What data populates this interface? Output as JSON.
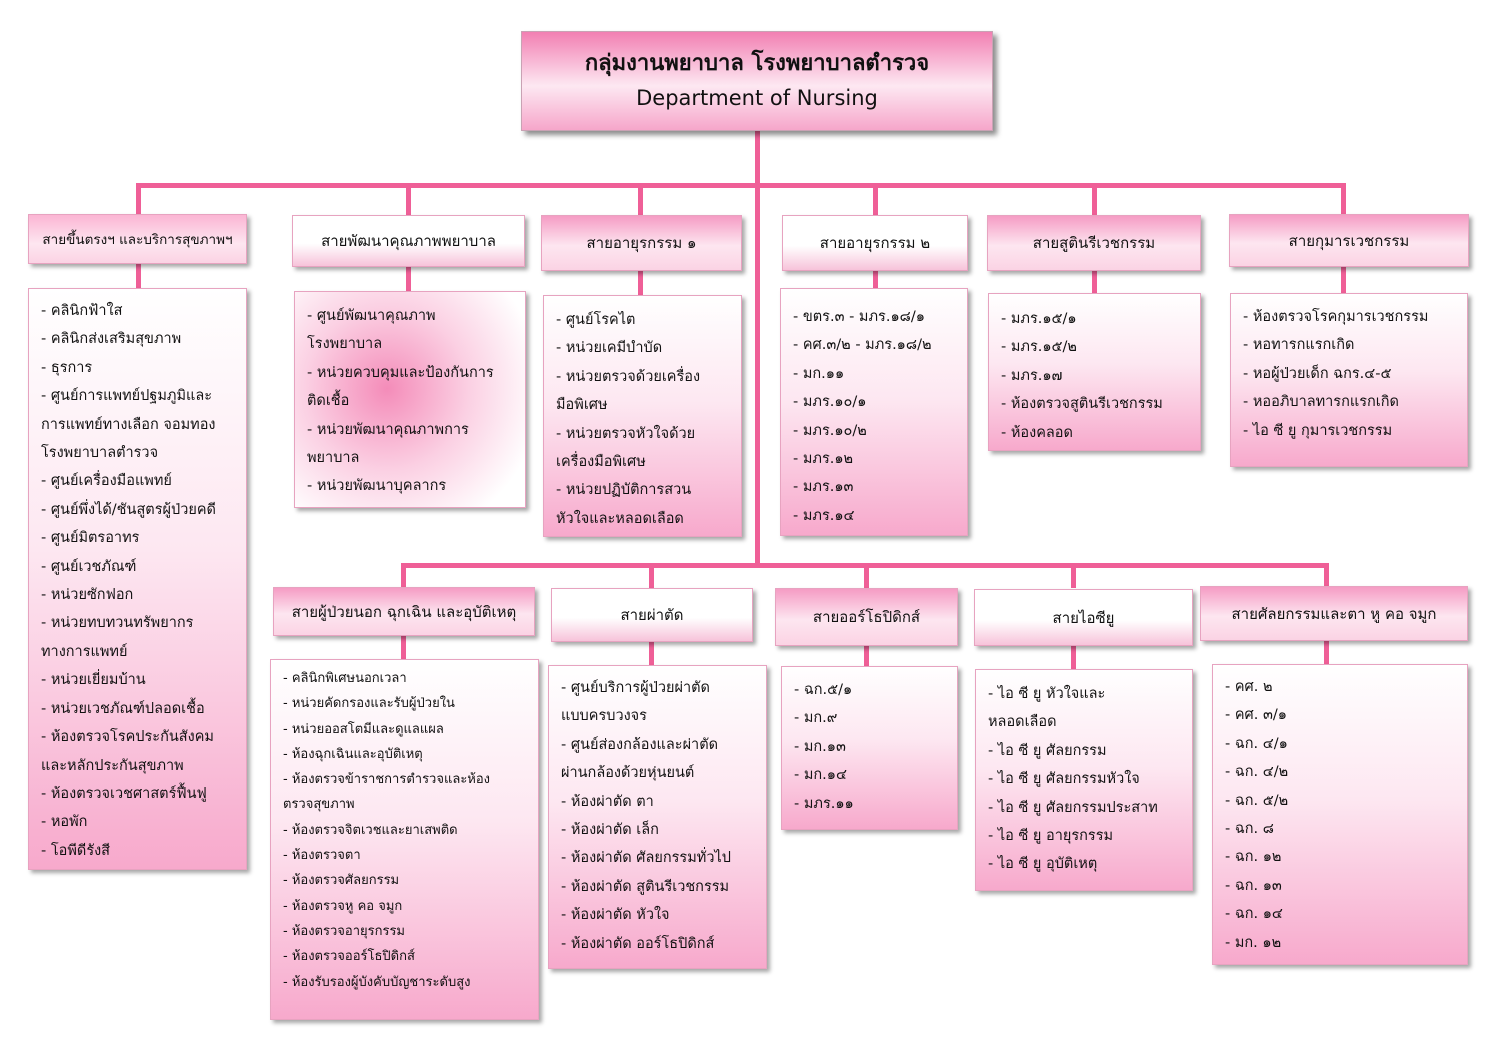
{
  "title": {
    "thai": "กลุ่มงานพยาบาล โรงพยาบาลตำรวจ",
    "english": "Department of Nursing"
  },
  "top_departments": [
    {
      "name": "สายขึ้นตรงฯ และบริการสุขภาพฯ",
      "items": [
        "- คลินิกฟ้าใส",
        "- คลินิกส่งเสริมสุขภาพ",
        "- ธุรการ",
        "- ศูนย์การแพทย์ปฐมภูมิและ",
        "การแพทย์ทางเลือก จอมทอง",
        "โรงพยาบาลตำรวจ",
        "- ศูนย์เครื่องมือแพทย์",
        "- ศูนย์พึ่งได้/ชันสูตรผู้ป่วยคดี",
        "- ศูนย์มิตรอาทร",
        "- ศูนย์เวชภัณฑ์",
        "- หน่วยซักฟอก",
        "- หน่วยทบทวนทรัพยากร",
        "ทางการแพทย์",
        "- หน่วยเยี่ยมบ้าน",
        "- หน่วยเวชภัณฑ์ปลอดเชื้อ",
        "- ห้องตรวจโรคประกันสังคม",
        "และหลักประกันสุขภาพ",
        "- ห้องตรวจเวชศาสตร์ฟื้นฟู",
        "- หอพัก",
        "- โอพีดีรังสี"
      ]
    },
    {
      "name": "สายพัฒนาคุณภาพพยาบาล",
      "items": [
        "- ศูนย์พัฒนาคุณภาพ",
        "โรงพยาบาล",
        "- หน่วยควบคุมและป้องกันการ",
        "ติดเชื้อ",
        "- หน่วยพัฒนาคุณภาพการ",
        "พยาบาล",
        "- หน่วยพัฒนาบุคลากร"
      ]
    },
    {
      "name": "สายอายุรกรรม ๑",
      "items": [
        "- ศูนย์โรคไต",
        "- หน่วยเคมีบำบัด",
        "- หน่วยตรวจด้วยเครื่อง",
        "มือพิเศษ",
        "- หน่วยตรวจหัวใจด้วย",
        "เครื่องมือพิเศษ",
        "- หน่วยปฏิบัติการสวน",
        "หัวใจและหลอดเลือด"
      ]
    },
    {
      "name": "สายอายุรกรรม ๒",
      "items": [
        "- ขตร.๓   - มภร.๑๘/๑",
        "- คศ.๓/๒ - มภร.๑๘/๒",
        "- มก.๑๑",
        "- มภร.๑๐/๑",
        "- มภร.๑๐/๒",
        "- มภร.๑๒",
        "- มภร.๑๓",
        "- มภร.๑๔"
      ]
    },
    {
      "name": "สายสูตินรีเวชกรรม",
      "items": [
        "- มภร.๑๕/๑",
        "- มภร.๑๕/๒",
        "- มภร.๑๗",
        "- ห้องตรวจสูตินรีเวชกรรม",
        "- ห้องคลอด"
      ]
    },
    {
      "name": "สายกุมารเวชกรรม",
      "items": [
        "- ห้องตรวจโรคกุมารเวชกรรม",
        "- หอทารกแรกเกิด",
        "- หอผู้ป่วยเด็ก ฉกร.๔-๕",
        "- หออภิบาลทารกแรกเกิด",
        "- ไอ ซี ยู กุมารเวชกรรม"
      ]
    }
  ],
  "bottom_departments": [
    {
      "name": "สายผู้ป่วยนอก ฉุกเฉิน และอุบัติเหตุ",
      "items": [
        "- คลินิกพิเศษนอกเวลา",
        "- หน่วยคัดกรองและรับผู้ป่วยใน",
        "- หน่วยออสโตมีและดูแลแผล",
        "- ห้องฉุกเฉินและอุบัติเหตุ",
        "- ห้องตรวจข้าราชการตำรวจและห้อง",
        "ตรวจสุขภาพ",
        "- ห้องตรวจจิตเวชและยาเสพติด",
        "- ห้องตรวจตา",
        "- ห้องตรวจศัลยกรรม",
        "- ห้องตรวจหู คอ จมูก",
        "- ห้องตรวจอายุรกรรม",
        "- ห้องตรวจออร์โธปิดิกส์",
        "- ห้องรับรองผู้บังคับบัญชาระดับสูง"
      ]
    },
    {
      "name": "สายผ่าตัด",
      "items": [
        "- ศูนย์บริการผู้ป่วยผ่าตัด",
        "แบบครบวงจร",
        "- ศูนย์ส่องกล้องและผ่าตัด",
        "ผ่านกล้องด้วยหุ่นยนต์",
        "- ห้องผ่าตัด ตา",
        "- ห้องผ่าตัด เล็ก",
        "- ห้องผ่าตัด ศัลยกรรมทั่วไป",
        "- ห้องผ่าตัด สูตินรีเวชกรรม",
        "- ห้องผ่าตัด หัวใจ",
        "- ห้องผ่าตัด ออร์โธปิดิกส์"
      ]
    },
    {
      "name": "สายออร์โธปิดิกส์",
      "items": [
        "- ฉก.๕/๑",
        "- มก.๙",
        "- มก.๑๓",
        "- มก.๑๔",
        "- มภร.๑๑"
      ]
    },
    {
      "name": "สายไอซียู",
      "items": [
        "- ไอ ซี ยู หัวใจและ",
        "หลอดเลือด",
        "- ไอ ซี ยู ศัลยกรรม",
        "- ไอ ซี ยู ศัลยกรรมหัวใจ",
        "- ไอ ซี ยู ศัลยกรรมประสาท",
        "- ไอ ซี ยู อายุรกรรม",
        "- ไอ ซี ยู อุบัติเหตุ"
      ]
    },
    {
      "name": "สายศัลยกรรมและตา หู คอ จมูก",
      "items": [
        "- คศ. ๒",
        "- คศ. ๓/๑",
        "- ฉก. ๔/๑",
        "- ฉก. ๔/๒",
        "- ฉก. ๕/๒",
        "- ฉก. ๘",
        "- ฉก. ๑๒",
        "- ฉก. ๑๓",
        "- ฉก. ๑๔",
        "- มก. ๑๒"
      ]
    }
  ]
}
